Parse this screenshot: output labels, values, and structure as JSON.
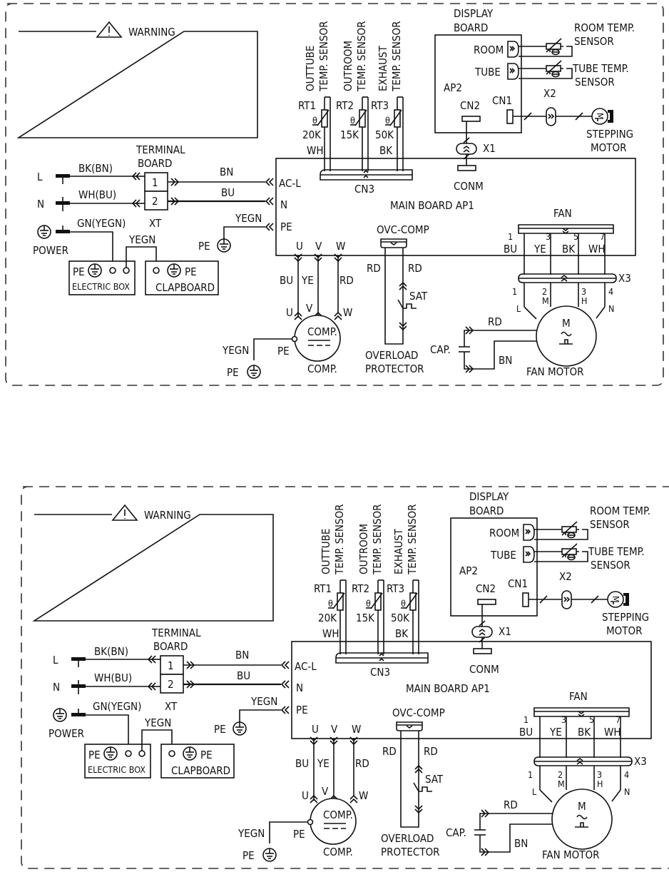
{
  "diagrams": [
    {
      "id": "top",
      "warning": {
        "title": "WARNING",
        "body": ""
      },
      "power": {
        "L": "L",
        "N": "N",
        "power_label": "POWER",
        "wire_L": "BK(BN)",
        "wire_N": "WH(BU)",
        "wire_PE": "GN(YEGN)"
      },
      "terminal_board": {
        "title_line1": "TERMINAL",
        "title_line2": "BOARD",
        "pin1": "1",
        "pin2": "2",
        "ref": "XT"
      },
      "wires_to_main": {
        "L": "BN",
        "N": "BU",
        "PE": "YEGN"
      },
      "electric_box": {
        "pe": "PE",
        "label": "ELECTRIC BOX",
        "link_wire": "YEGN"
      },
      "clapboard": {
        "pe": "PE",
        "label": "CLAPBOARD"
      },
      "pe_ground": "PE",
      "sensors": [
        {
          "name_line1": "OUTTUBE",
          "name_line2": "TEMP. SENSOR",
          "ref": "RT1",
          "theta": "θ",
          "value": "20K",
          "wire": "WH"
        },
        {
          "name_line1": "OUTROOM",
          "name_line2": "TEMP. SENSOR",
          "ref": "RT2",
          "theta": "θ",
          "value": "15K",
          "wire": ""
        },
        {
          "name_line1": "EXHAUST",
          "name_line2": "TEMP. SENSOR",
          "ref": "RT3",
          "theta": "θ",
          "value": "50K",
          "wire": "BK"
        }
      ],
      "cn3": "CN3",
      "main_board": {
        "title": "MAIN BOARD  AP1",
        "ac_l": "AC-L",
        "n": "N",
        "pe": "PE",
        "u": "U",
        "v": "V",
        "w": "W"
      },
      "display_board": {
        "title_line1": "DISPLAY",
        "title_line2": "BOARD",
        "ref": "AP2",
        "room": "ROOM",
        "tube": "TUBE",
        "cn1": "CN1",
        "cn2": "CN2",
        "room_sensor_line1": "ROOM TEMP.",
        "room_sensor_line2": "SENSOR",
        "tube_sensor_line1": "TUBE TEMP.",
        "tube_sensor_line2": "SENSOR"
      },
      "x1": "X1",
      "conm": "CONM",
      "x2": "X2",
      "stepping_motor": {
        "line1": "STEPPING",
        "line2": "MOTOR",
        "symbol": "M"
      },
      "compressor": {
        "label": "COMP.",
        "inner": "COMP.",
        "u": "U",
        "v": "V",
        "w": "W",
        "wire_u": "BU",
        "wire_v": "YE",
        "wire_w": "RD",
        "pe": "PE",
        "pe_wire": "YEGN",
        "ground": "PE"
      },
      "overload": {
        "connector": "OVC-COMP",
        "wire_left": "RD",
        "wire_right": "RD",
        "switch": "SAT",
        "line1": "OVERLOAD",
        "line2": "PROTECTOR"
      },
      "fan": {
        "connector": "FAN",
        "pins": [
          {
            "pin": "1",
            "wire": "BU"
          },
          {
            "pin": "3",
            "wire": "YE"
          },
          {
            "pin": "5",
            "wire": "BK"
          },
          {
            "pin": "7",
            "wire": "WH"
          }
        ],
        "x3": "X3",
        "motor_pins": [
          {
            "pin": "1",
            "tap": "L"
          },
          {
            "pin": "2",
            "tap": "M"
          },
          {
            "pin": "3",
            "tap": "H"
          },
          {
            "pin": "4",
            "tap": "N"
          }
        ],
        "motor_symbol": "M",
        "motor_label": "FAN MOTOR",
        "cap": "CAP.",
        "cap_wire_top": "RD",
        "cap_wire_bottom": "BN"
      }
    },
    {
      "id": "bottom",
      "warning": {
        "title": "WARNING",
        "body": ""
      },
      "power": {
        "L": "L",
        "N": "N",
        "power_label": "POWER",
        "wire_L": "BK(BN)",
        "wire_N": "WH(BU)",
        "wire_PE": "GN(YEGN)"
      },
      "terminal_board": {
        "title_line1": "TERMINAL",
        "title_line2": "BOARD",
        "pin1": "1",
        "pin2": "2",
        "ref": "XT"
      },
      "wires_to_main": {
        "L": "BN",
        "N": "BU",
        "PE": "YEGN"
      },
      "electric_box": {
        "pe": "PE",
        "label": "ELECTRIC BOX",
        "link_wire": "YEGN"
      },
      "clapboard": {
        "pe": "PE",
        "label": "CLAPBOARD"
      },
      "pe_ground": "PE",
      "sensors": [
        {
          "name_line1": "OUTTUBE",
          "name_line2": "TEMP. SENSOR",
          "ref": "RT1",
          "theta": "θ",
          "value": "20K",
          "wire": "WH"
        },
        {
          "name_line1": "OUTROOM",
          "name_line2": "TEMP. SENSOR",
          "ref": "RT2",
          "theta": "θ",
          "value": "15K",
          "wire": ""
        },
        {
          "name_line1": "EXHAUST",
          "name_line2": "TEMP. SENSOR",
          "ref": "RT3",
          "theta": "θ",
          "value": "50K",
          "wire": "BK"
        }
      ],
      "cn3": "CN3",
      "main_board": {
        "title": "MAIN BOARD  AP1",
        "ac_l": "AC-L",
        "n": "N",
        "pe": "PE",
        "u": "U",
        "v": "V",
        "w": "W"
      },
      "display_board": {
        "title_line1": "DISPLAY",
        "title_line2": "BOARD",
        "ref": "AP2",
        "room": "ROOM",
        "tube": "TUBE",
        "cn1": "CN1",
        "cn2": "CN2",
        "room_sensor_line1": "ROOM TEMP.",
        "room_sensor_line2": "SENSOR",
        "tube_sensor_line1": "TUBE TEMP.",
        "tube_sensor_line2": "SENSOR"
      },
      "x1": "X1",
      "conm": "CONM",
      "x2": "X2",
      "stepping_motor": {
        "line1": "STEPPING",
        "line2": "MOTOR",
        "symbol": "M"
      },
      "compressor": {
        "label": "COMP.",
        "inner": "COMP.",
        "u": "U",
        "v": "V",
        "w": "W",
        "wire_u": "BU",
        "wire_v": "YE",
        "wire_w": "RD",
        "pe": "PE",
        "pe_wire": "YEGN",
        "ground": "PE"
      },
      "overload": {
        "connector": "OVC-COMP",
        "wire_left": "RD",
        "wire_right": "RD",
        "switch": "SAT",
        "line1": "OVERLOAD",
        "line2": "PROTECTOR"
      },
      "fan": {
        "connector": "FAN",
        "pins": [
          {
            "pin": "1",
            "wire": "BU"
          },
          {
            "pin": "3",
            "wire": "YE"
          },
          {
            "pin": "5",
            "wire": "BK"
          },
          {
            "pin": "7",
            "wire": "WH"
          }
        ],
        "x3": "X3",
        "motor_pins": [
          {
            "pin": "1",
            "tap": "L"
          },
          {
            "pin": "2",
            "tap": "M"
          },
          {
            "pin": "3",
            "tap": "H"
          },
          {
            "pin": "4",
            "tap": "N"
          }
        ],
        "motor_symbol": "M",
        "motor_label": "FAN MOTOR",
        "cap": "CAP.",
        "cap_wire_top": "RD",
        "cap_wire_bottom": "BN"
      }
    }
  ]
}
